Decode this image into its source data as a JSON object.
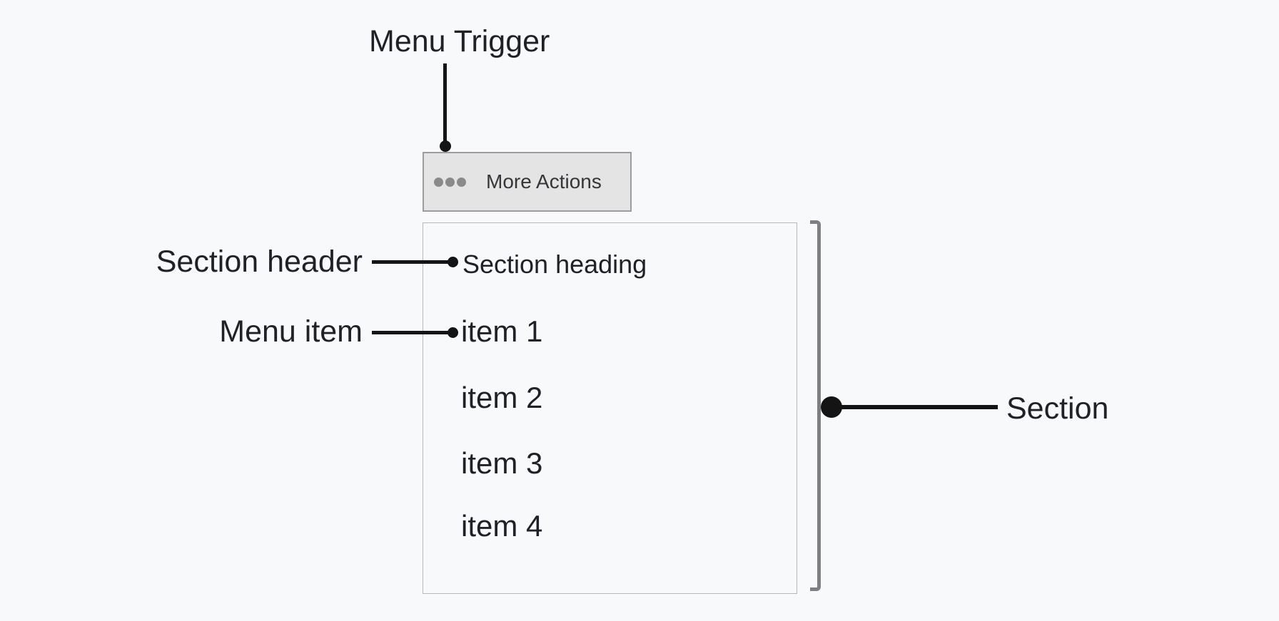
{
  "diagram": {
    "annotations": {
      "menu_trigger": "Menu Trigger",
      "section_header": "Section header",
      "menu_item": "Menu item",
      "section": "Section"
    },
    "trigger_button": {
      "icon": "ellipsis-icon",
      "label": "More Actions"
    },
    "menu": {
      "section_heading": "Section heading",
      "items": [
        "item 1",
        "item 2",
        "item 3",
        "item 4"
      ]
    },
    "colors": {
      "background": "#f8f9fb",
      "text": "#1f2126",
      "callout_line": "#141414",
      "bracket": "#7e7f83",
      "button_background": "#e4e4e4",
      "button_border": "#9c9ca0",
      "panel_border": "#b6b7bb",
      "ellipsis_dots": "#8a8a8a"
    }
  }
}
